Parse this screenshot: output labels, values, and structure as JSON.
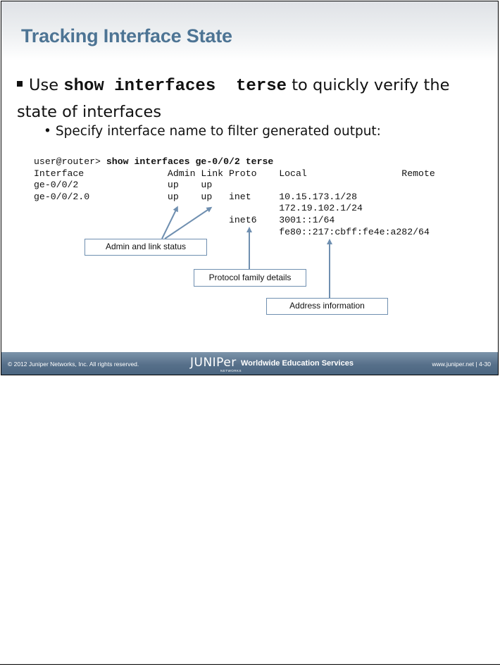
{
  "slide": {
    "title": "Tracking Interface State",
    "bullet1": {
      "before": "Use ",
      "command": "show interfaces  terse",
      "after": " to quickly verify the state of interfaces"
    },
    "bullet2": "Specify interface name to filter generated output:"
  },
  "cli": {
    "prompt": "user@router> ",
    "command": "show interfaces ge-0/0/2 terse",
    "lines": [
      "Interface               Admin Link Proto    Local                 Remote",
      "ge-0/0/2                up    up",
      "ge-0/0/2.0              up    up   inet     10.15.173.1/28",
      "                                            172.19.102.1/24",
      "                                   inet6    3001::1/64",
      "                                            fe80::217:cbff:fe4e:a282/64"
    ]
  },
  "callouts": {
    "admin_link": "Admin and link status",
    "protocol": "Protocol family details",
    "address": "Address information"
  },
  "footer": {
    "copyright": "© 2012 Juniper Networks, Inc. All rights reserved.",
    "logo": "JUNIPer",
    "logo_sub": "NETWORKS",
    "education": "Worldwide Education Services",
    "site": "www.juniper.net  |  4-30"
  },
  "colors": {
    "title": "#4d7494",
    "callout_border": "#6f8fb0",
    "arrow": "#6f8fb0",
    "footer": "#57708a"
  }
}
